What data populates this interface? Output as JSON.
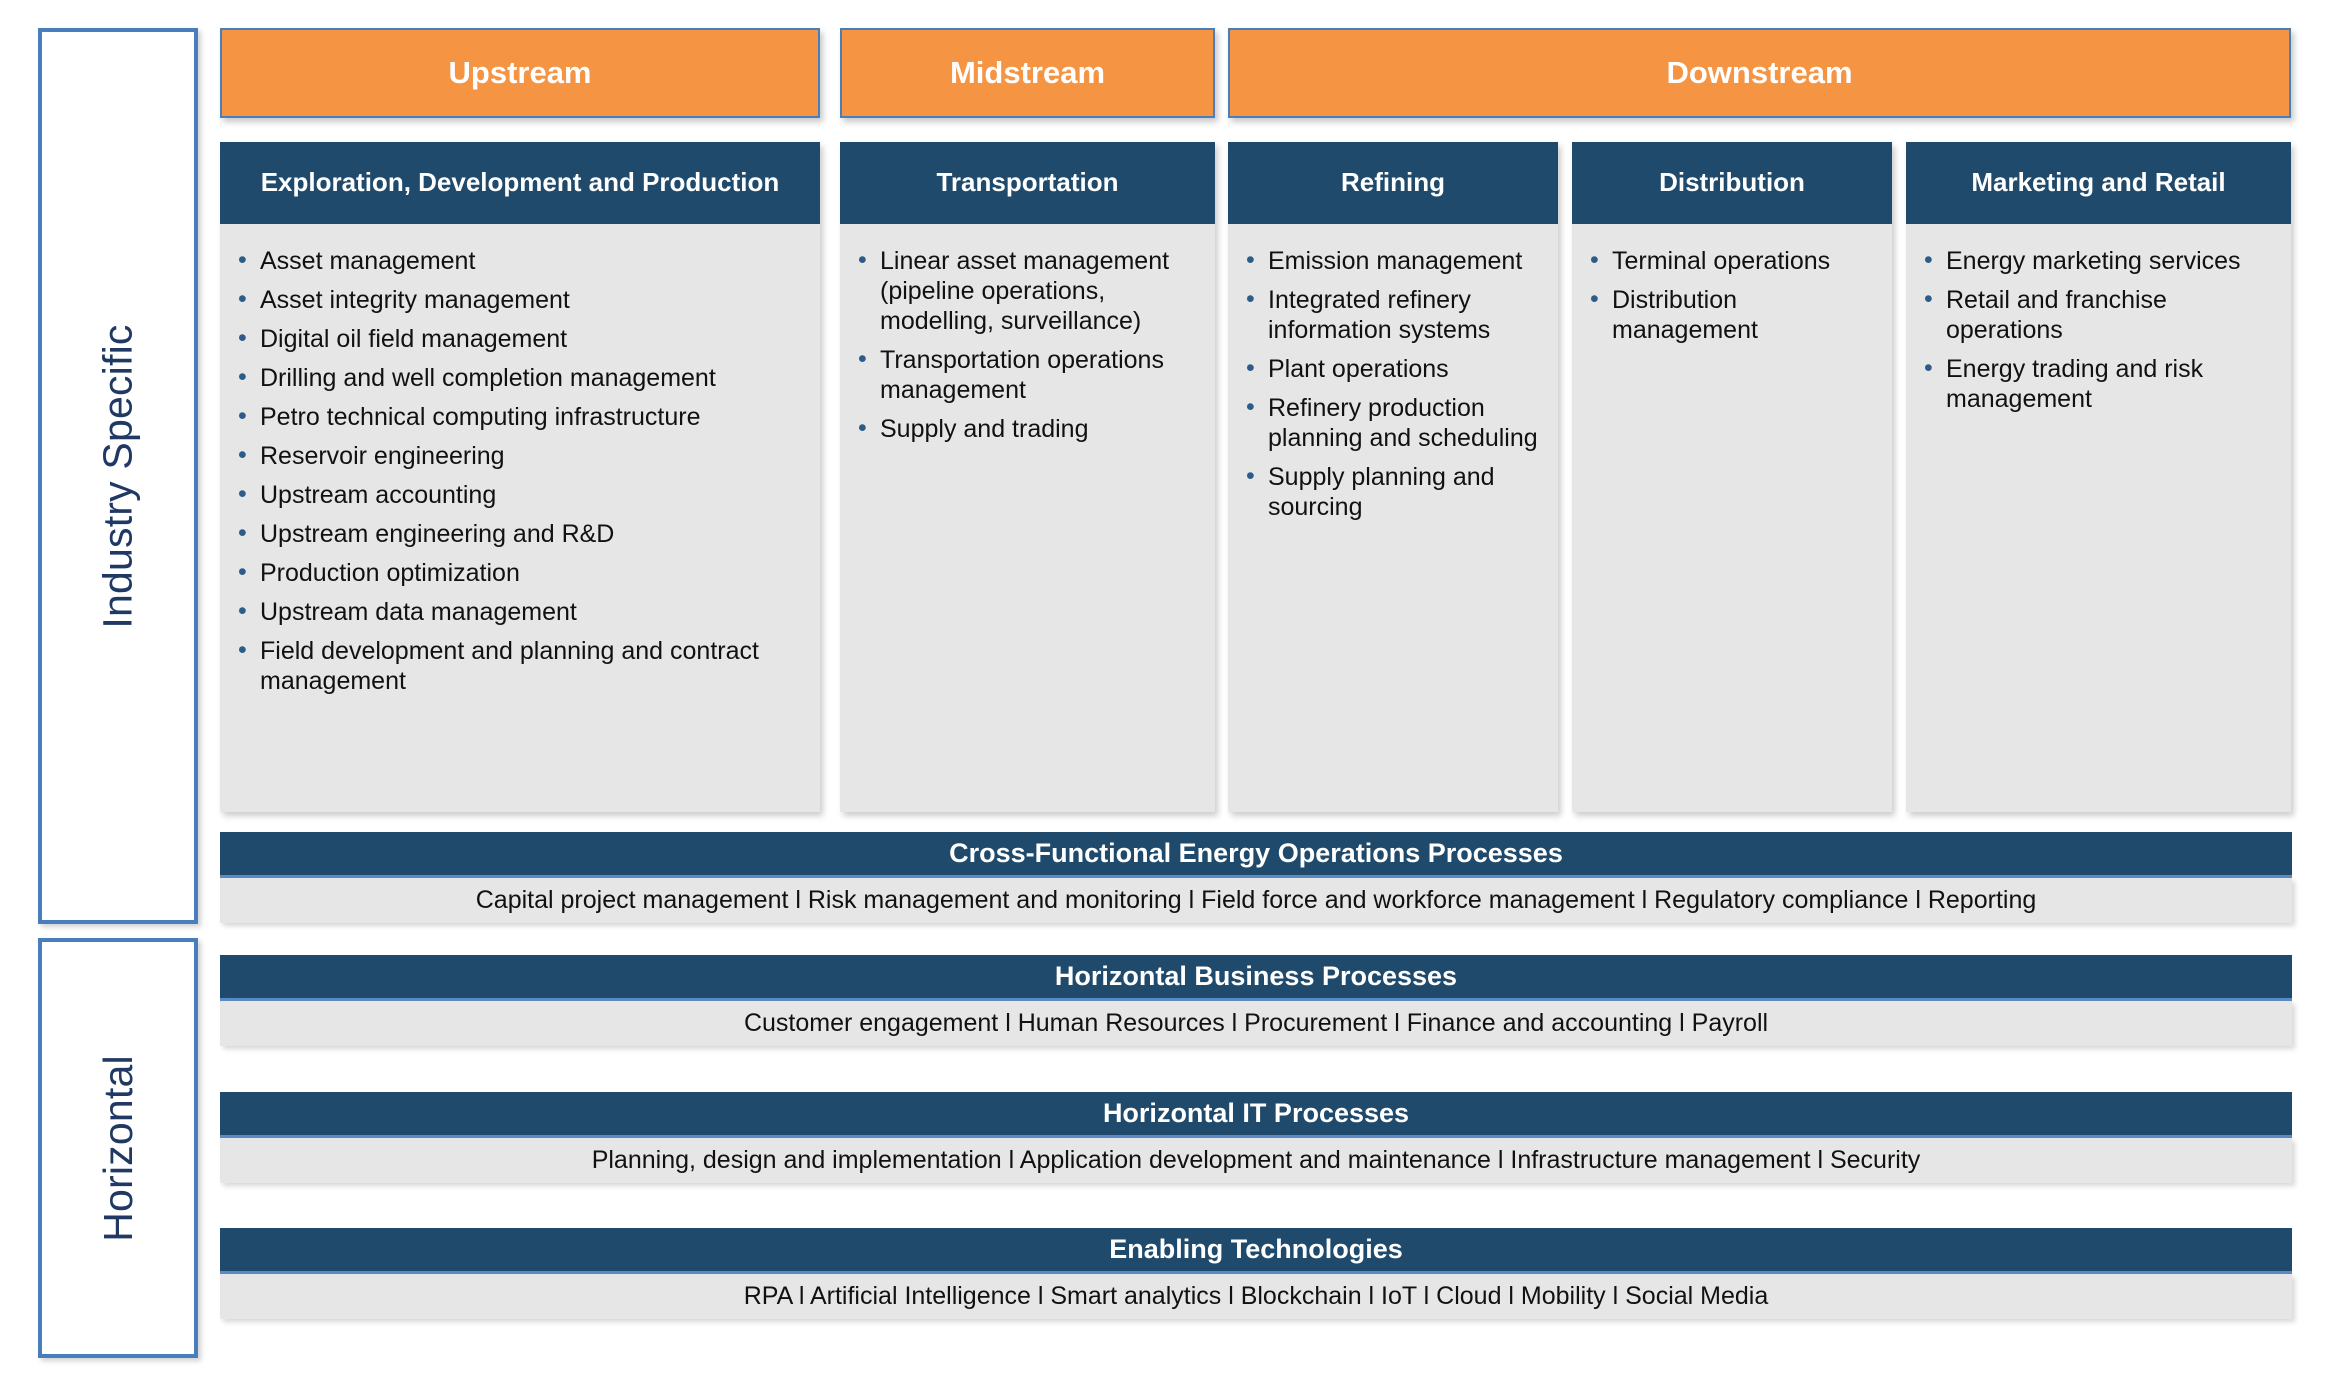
{
  "rails": [
    {
      "label": "Industry Specific"
    },
    {
      "label": "Horizontal"
    }
  ],
  "streams": [
    {
      "label": "Upstream"
    },
    {
      "label": "Midstream"
    },
    {
      "label": "Downstream"
    }
  ],
  "segments": [
    {
      "title": "Exploration, Development and Production",
      "items": [
        "Asset management",
        "Asset integrity management",
        "Digital oil field management",
        "Drilling and well completion management",
        "Petro technical computing infrastructure",
        "Reservoir engineering",
        "Upstream accounting",
        "Upstream engineering and R&D",
        "Production optimization",
        "Upstream data management",
        "Field development and planning and contract management"
      ]
    },
    {
      "title": "Transportation",
      "items": [
        "Linear asset management (pipeline operations, modelling, surveillance)",
        "Transportation operations management",
        "Supply and trading"
      ]
    },
    {
      "title": "Refining",
      "items": [
        "Emission management",
        "Integrated refinery information systems",
        "Plant operations",
        "Refinery production planning and scheduling",
        "Supply planning and sourcing"
      ]
    },
    {
      "title": "Distribution",
      "items": [
        "Terminal operations",
        "Distribution management"
      ]
    },
    {
      "title": "Marketing and Retail",
      "items": [
        "Energy marketing services",
        "Retail and franchise operations",
        "Energy trading and risk management"
      ]
    }
  ],
  "bands": [
    {
      "title": "Cross-Functional Energy Operations Processes",
      "body": "Capital project management l Risk management and monitoring l Field force and workforce management l Regulatory compliance l Reporting"
    },
    {
      "title": "Horizontal Business Processes",
      "body": "Customer engagement l Human Resources l Procurement l Finance and accounting l Payroll"
    },
    {
      "title": "Horizontal IT Processes",
      "body": "Planning, design and implementation l Application development and maintenance l Infrastructure management l Security"
    },
    {
      "title": "Enabling Technologies",
      "body": "RPA l Artificial Intelligence l Smart analytics l Blockchain l IoT l Cloud l Mobility l Social Media"
    }
  ],
  "colors": {
    "stream_orange": "#F59443",
    "segment_navy": "#1F4A6B",
    "panel_grey": "#E6E6E6",
    "frame_blue": "#4A7EBB",
    "rail_text": "#1F3864"
  }
}
